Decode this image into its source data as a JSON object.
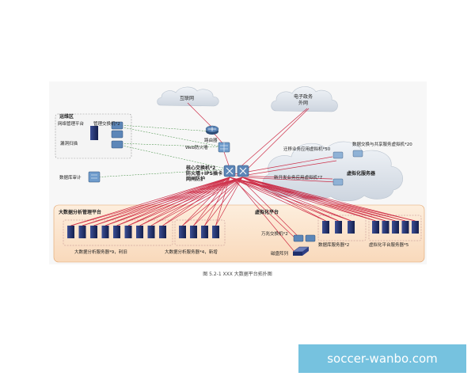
{
  "diagram": {
    "clouds": {
      "internet": "互联网",
      "egov": "电子政务",
      "egov2": "外网",
      "virtual": "虚拟化服务器"
    },
    "ops": {
      "title": "运维区",
      "mgmt": "网络管理平台",
      "mgmt_switch": "管理交换机*2",
      "scan": "漏洞扫描"
    },
    "devices": {
      "router": "路由器",
      "web_fw": "Web防火墙",
      "db_audit": "数据库审计",
      "core1": "核心交换机*2",
      "core2": "防火墙+IPS插卡",
      "core3": "网闸防护"
    },
    "vm_labels": {
      "migrate": "迁移业务应用虚拟机*50",
      "exchange": "数据交换与共享服务虚拟机*20",
      "new_app": "新开发业务应用虚拟机*7"
    },
    "bigdata": {
      "title": "大数据分析管理平台",
      "servers_old": "大数据分析服务器*9，利旧",
      "servers_new": "大数据分析服务器*4，新增"
    },
    "virt": {
      "title": "虚拟化平台",
      "access_switch": "万兆交换机*2",
      "db_servers": "数据库服务器*2",
      "virt_servers": "虚拟化平台服务器*5",
      "storage": "磁盘阵列"
    }
  },
  "caption": "图 5.2-1 XXX 大数据平台拓扑图",
  "watermark": "soccer-wanbo.com",
  "colors": {
    "link_red": "#c8102e",
    "link_green": "#3a8a3a",
    "panel_fill": "#fbe4cf",
    "panel_stroke": "#e2a36b",
    "server_blue": "#1f2f6b",
    "cloud_fill": "#e6ebf1"
  }
}
